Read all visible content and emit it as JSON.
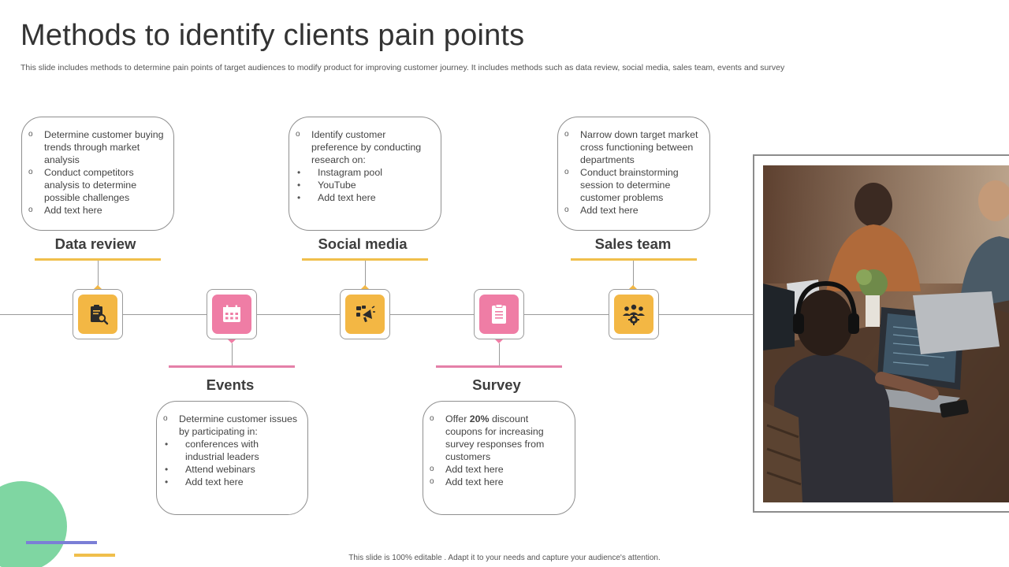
{
  "slide": {
    "title": "Methods to identify clients pain points",
    "subtitle": "This slide includes methods to determine pain points of target audiences to modify product for improving customer journey. It includes methods such as data review, social media, sales team, events and survey",
    "footer": "This slide is 100% editable . Adapt it to your needs and capture your audience's attention."
  },
  "methods": {
    "data_review": {
      "label": "Data review",
      "items": [
        "Determine customer buying trends through market analysis",
        "Conduct competitors analysis to determine possible challenges",
        "Add text here"
      ],
      "icon": "clipboard-search-icon"
    },
    "events": {
      "label": "Events",
      "intro": "Determine customer issues by participating in:",
      "bullets": [
        "conferences with industrial leaders",
        "Attend webinars",
        "Add text here"
      ],
      "icon": "calendar-icon"
    },
    "social_media": {
      "label": "Social media",
      "intro": "Identify customer preference  by conducting research on:",
      "bullets": [
        "Instagram pool",
        "YouTube",
        "Add text here"
      ],
      "icon": "megaphone-icon"
    },
    "survey": {
      "label": "Survey",
      "item1_pre": "Offer ",
      "item1_bold": "20%",
      "item1_post": " discount coupons for increasing survey responses from customers",
      "items": [
        "Add text here",
        "Add text here"
      ],
      "icon": "survey-form-icon"
    },
    "sales_team": {
      "label": "Sales team",
      "items": [
        "Narrow  down target market cross functioning between departments",
        "Conduct brainstorming session to determine customer problems",
        "Add text here"
      ],
      "icon": "team-gear-icon"
    }
  },
  "colors": {
    "gold": "#f3b744",
    "pink": "#ef7da5",
    "green_deco": "#7fd6a2",
    "purple_deco": "#7b7fd6"
  }
}
